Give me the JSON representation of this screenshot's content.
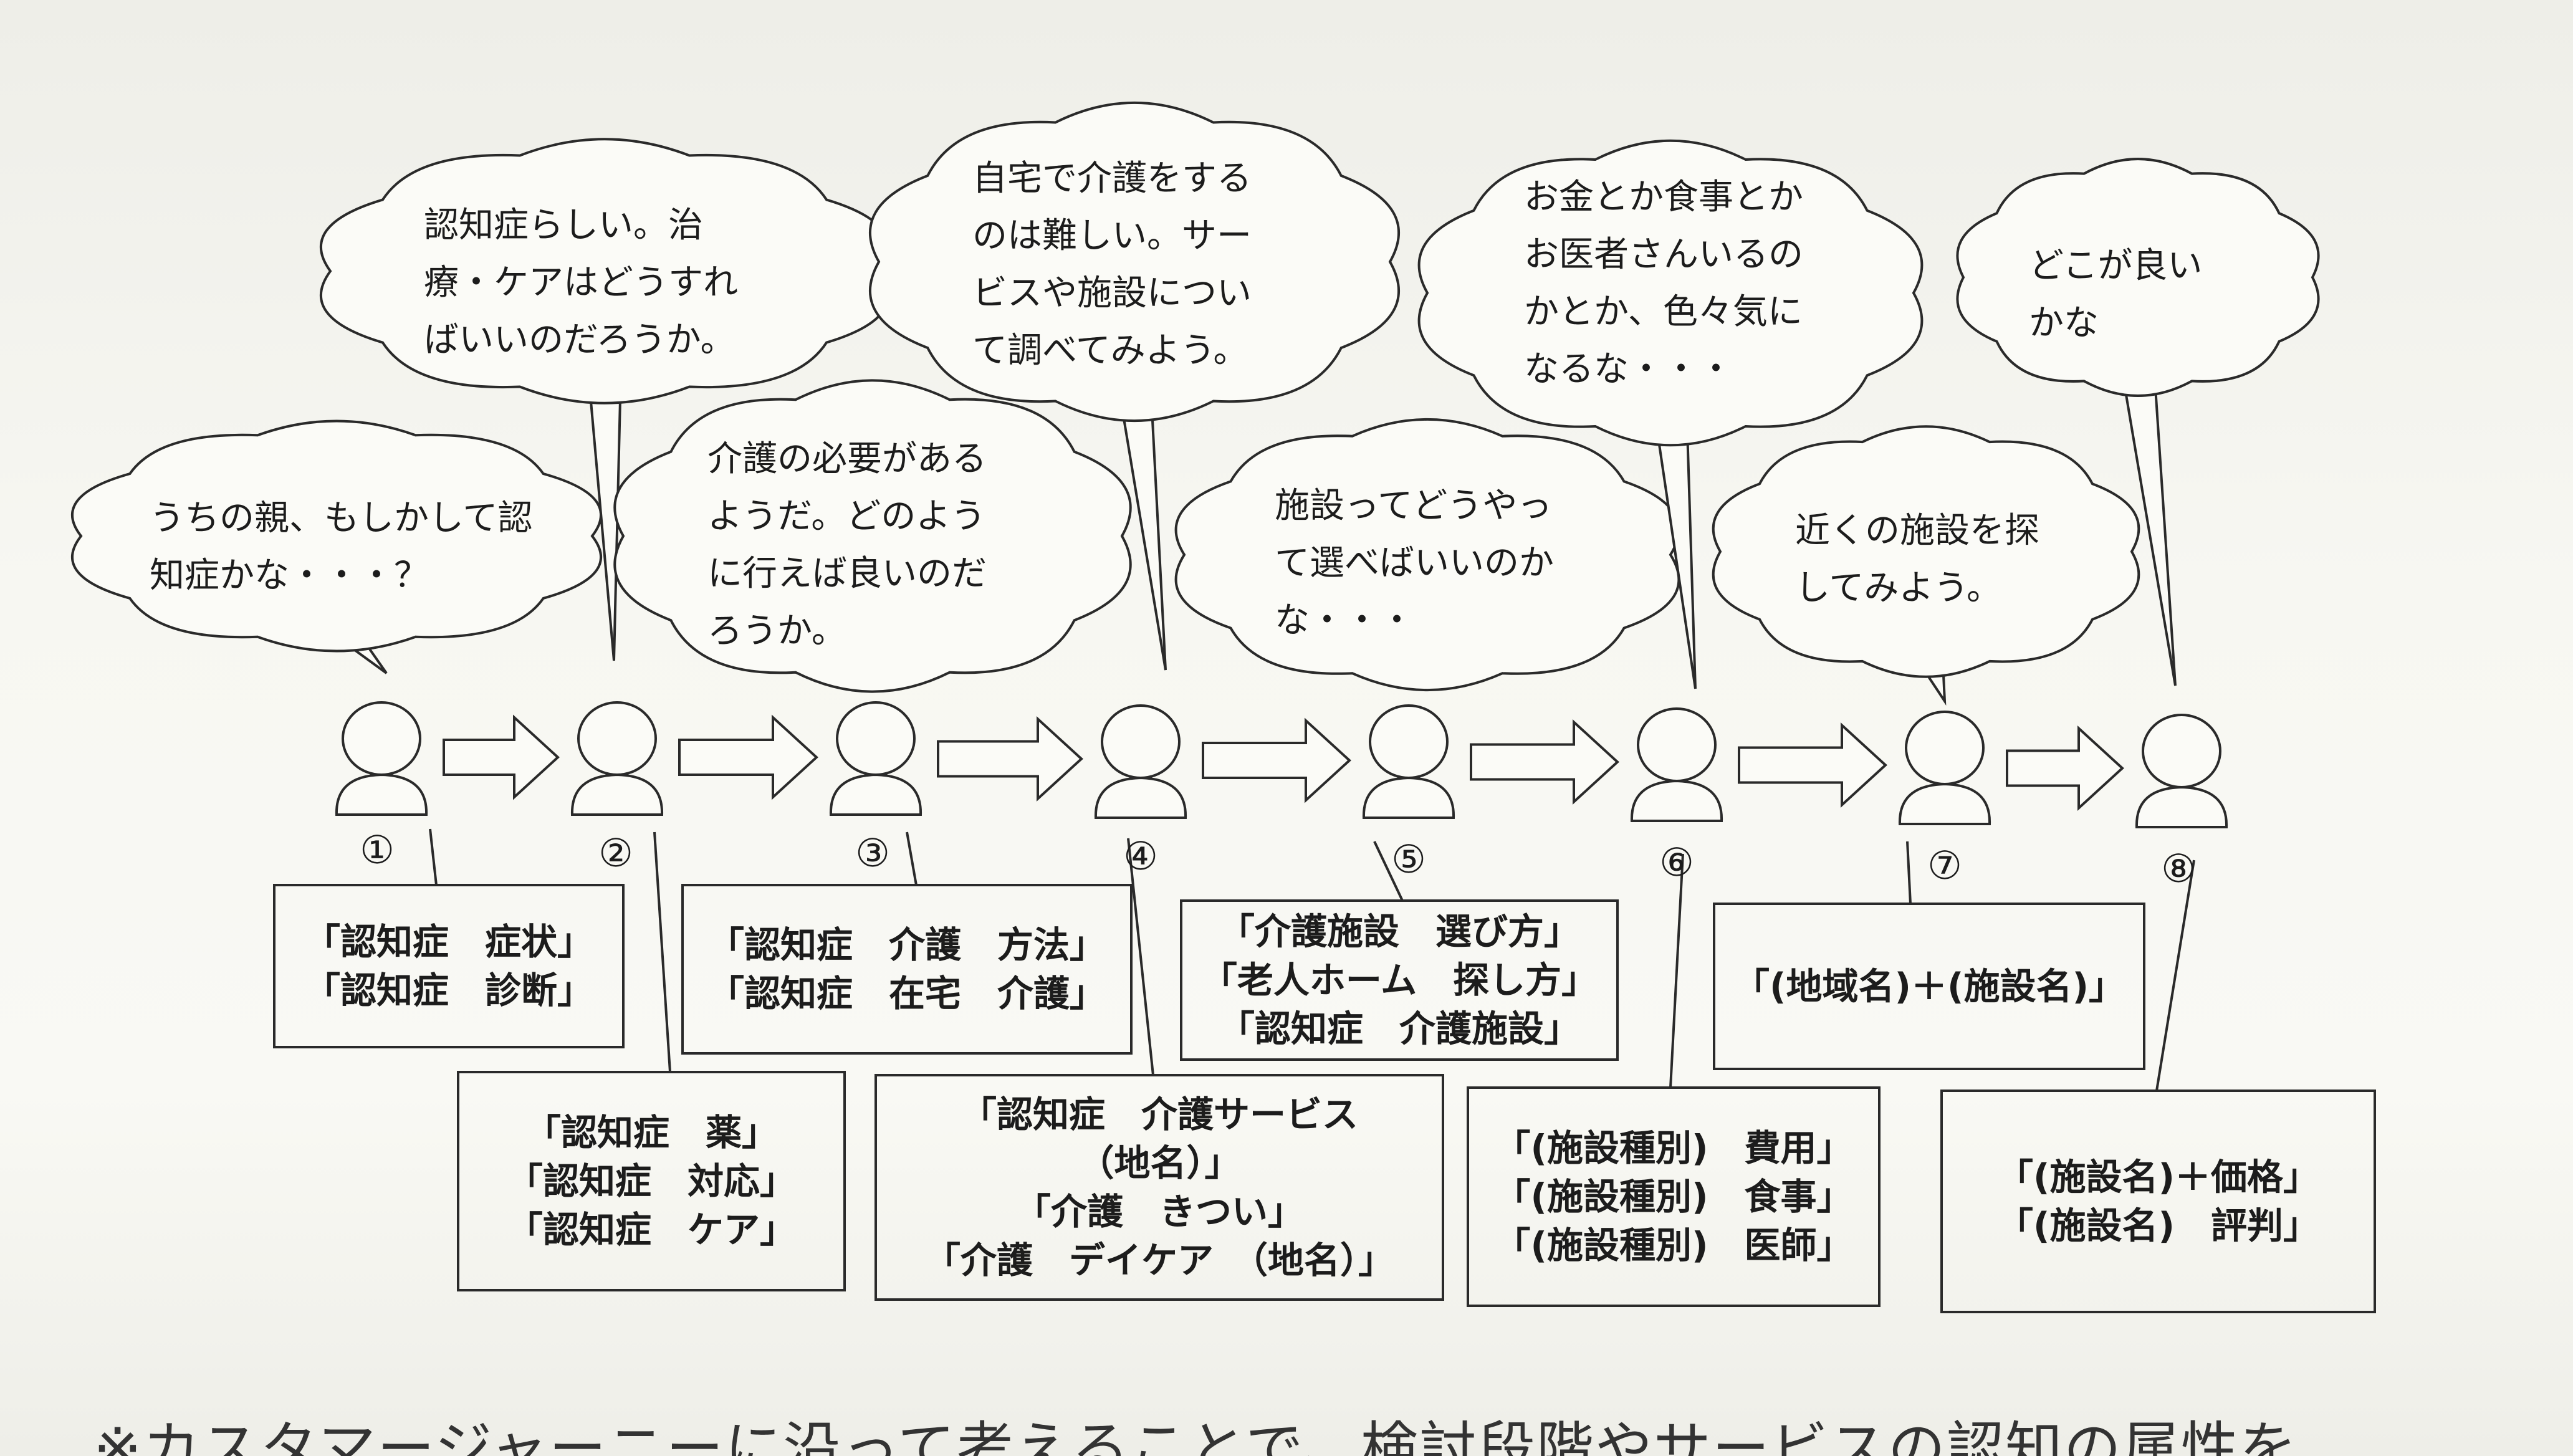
{
  "steps": [
    {
      "num": "①",
      "thought": [
        "うちの親、もしかして認",
        "知症かな・・・？"
      ],
      "keywords": [
        "「認知症　症状」",
        "「認知症　診断」"
      ]
    },
    {
      "num": "②",
      "thought": [
        "認知症らしい。治",
        "療・ケアはどうすれ",
        "ばいいのだろうか。"
      ],
      "keywords": [
        "「認知症　薬」",
        "「認知症　対応」",
        "「認知症　ケア」"
      ]
    },
    {
      "num": "③",
      "thought": [
        "介護の必要がある",
        "ようだ。どのよう",
        "に行えば良いのだ",
        "ろうか。"
      ],
      "keywords": [
        "「認知症　介護　方法」",
        "「認知症　在宅　介護」"
      ]
    },
    {
      "num": "④",
      "thought": [
        "自宅で介護をする",
        "のは難しい。サー",
        "ビスや施設につい",
        "て調べてみよう。"
      ],
      "keywords": [
        "「認知症　介護サービス",
        "（地名）」",
        "「介護　きつい」",
        "「介護　デイケア　（地名）」"
      ]
    },
    {
      "num": "⑤",
      "thought": [
        "施設ってどうやっ",
        "て選べばいいのか",
        "な・・・"
      ],
      "keywords": [
        "「介護施設　選び方」",
        "「老人ホーム　探し方」",
        "「認知症　介護施設」"
      ]
    },
    {
      "num": "⑥",
      "thought": [
        "お金とか食事とか",
        "お医者さんいるの",
        "かとか、色々気に",
        "なるな・・・"
      ],
      "keywords": [
        "「(施設種別)　費用」",
        "「(施設種別)　食事」",
        "「(施設種別)　医師」"
      ]
    },
    {
      "num": "⑦",
      "thought": [
        "近くの施設を探",
        "してみよう。"
      ],
      "keywords": [
        "「(地域名)＋(施設名)」"
      ]
    },
    {
      "num": "⑧",
      "thought": [
        "どこが良い",
        "かな"
      ],
      "keywords": [
        "「(施設名)＋価格」",
        "「(施設名)　評判」"
      ]
    }
  ],
  "footer": "※カスタマージャーニーに沿って考えることで、検討段階やサービスの認知の属性を"
}
